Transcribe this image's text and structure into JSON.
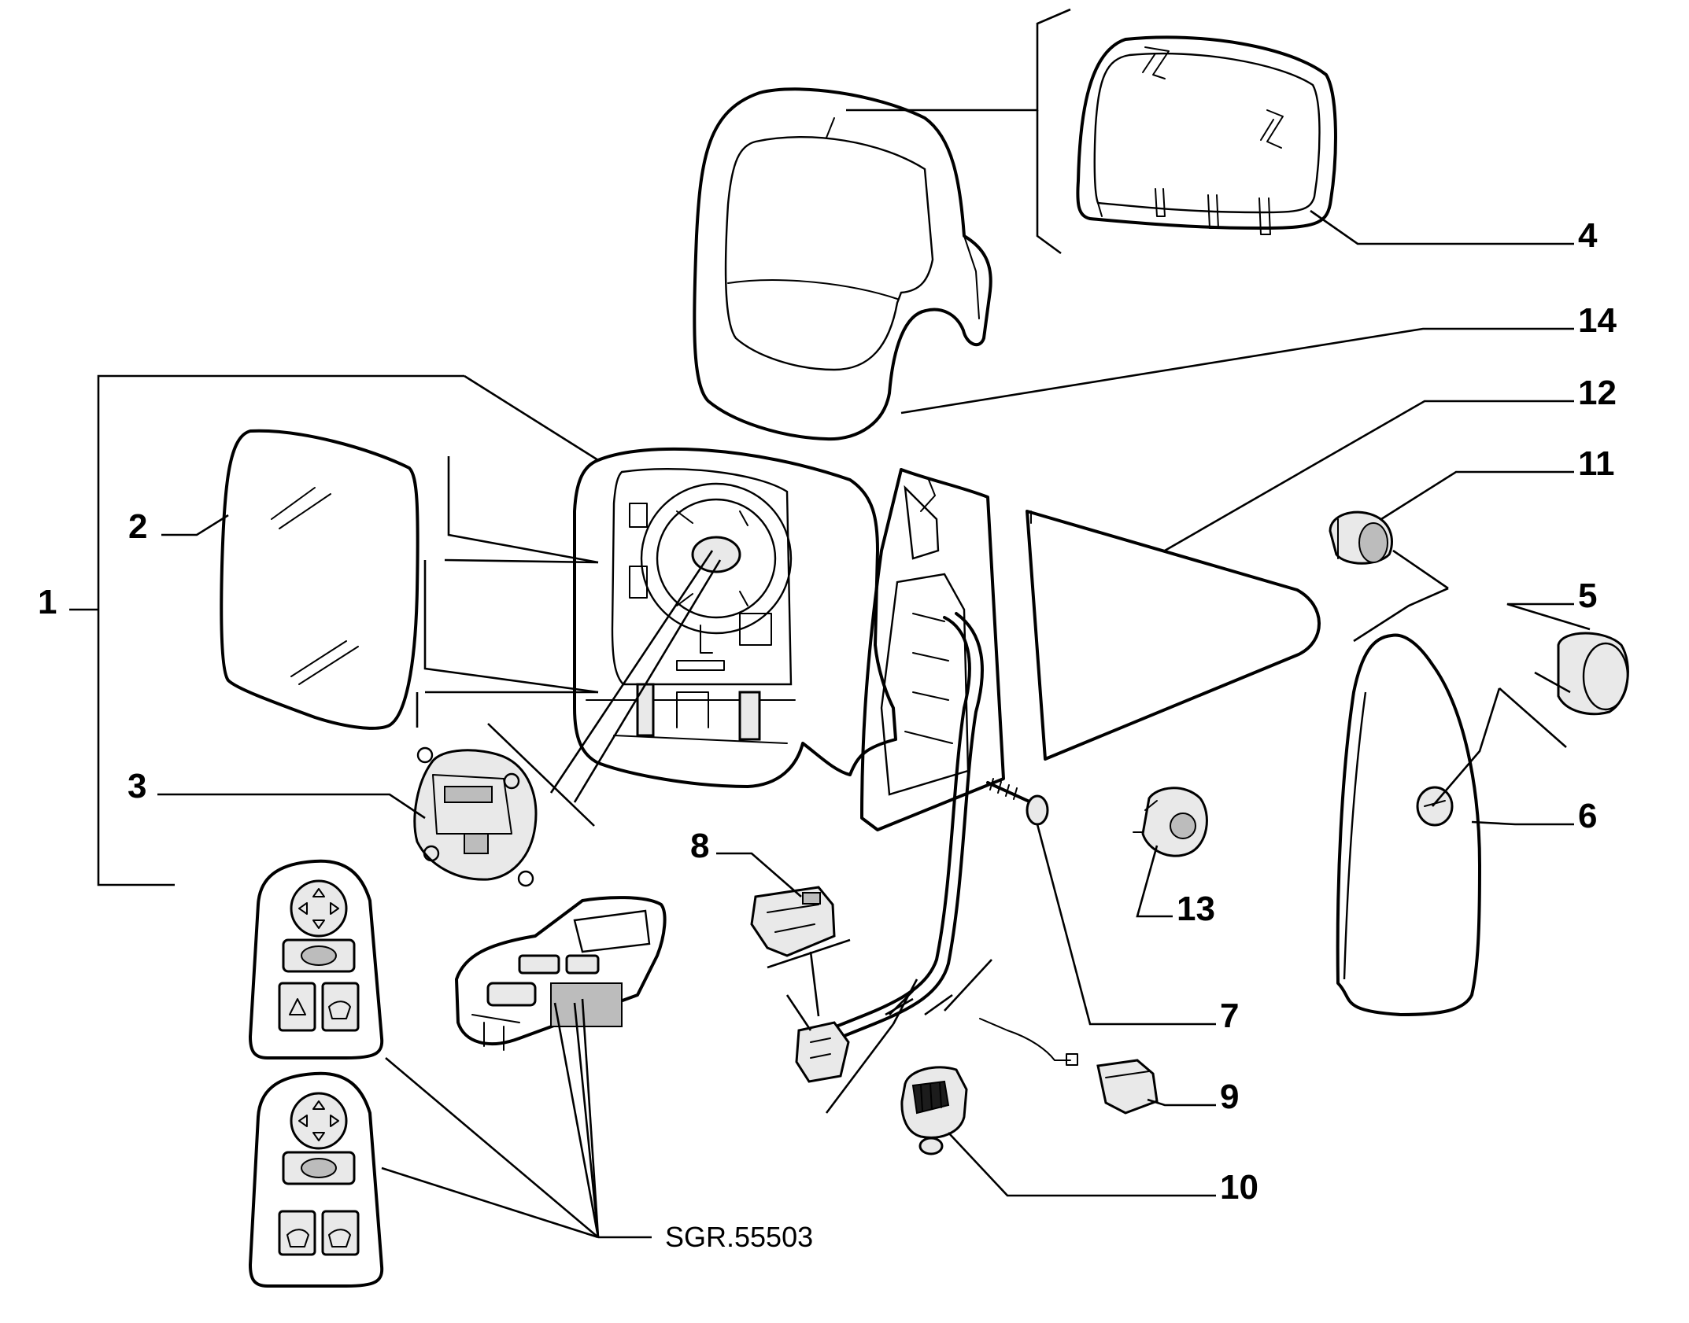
{
  "diagram": {
    "reference_code": "SGR.55503",
    "callouts": [
      {
        "id": "1",
        "label": "1"
      },
      {
        "id": "2",
        "label": "2"
      },
      {
        "id": "3",
        "label": "3"
      },
      {
        "id": "4",
        "label": "4"
      },
      {
        "id": "5",
        "label": "5"
      },
      {
        "id": "6",
        "label": "6"
      },
      {
        "id": "7",
        "label": "7"
      },
      {
        "id": "8",
        "label": "8"
      },
      {
        "id": "9",
        "label": "9"
      },
      {
        "id": "10",
        "label": "10"
      },
      {
        "id": "11",
        "label": "11"
      },
      {
        "id": "12",
        "label": "12"
      },
      {
        "id": "13",
        "label": "13"
      },
      {
        "id": "14",
        "label": "14"
      }
    ]
  }
}
